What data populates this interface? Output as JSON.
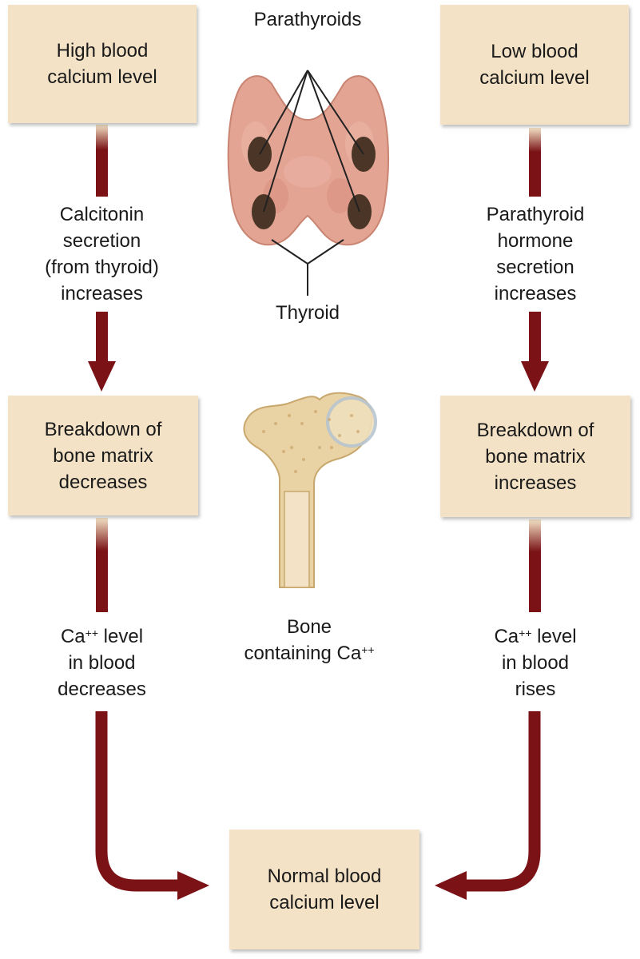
{
  "colors": {
    "box_fill": "#f3e2c5",
    "arrow": "#7a1216",
    "gland_tissue": "#e3a493",
    "parathyroid": "#4a3526",
    "bone": "#e9d2a3"
  },
  "left": {
    "top_box": [
      "High blood",
      "calcium level"
    ],
    "step1": [
      "Calcitonin",
      "secretion",
      "(from thyroid)",
      "increases"
    ],
    "middle_box": [
      "Breakdown of",
      "bone matrix",
      "decreases"
    ],
    "step2": {
      "line1_main": "Ca",
      "line1_sup": "++",
      "line1_rest": " level",
      "line2": "in blood",
      "line3": "decreases"
    }
  },
  "right": {
    "top_box": [
      "Low blood",
      "calcium level"
    ],
    "step1": [
      "Parathyroid",
      "hormone",
      "secretion",
      "increases"
    ],
    "middle_box": [
      "Breakdown of",
      "bone matrix",
      "increases"
    ],
    "step2": {
      "line1_main": "Ca",
      "line1_sup": "++",
      "line1_rest": " level",
      "line2": "in blood",
      "line3": "rises"
    }
  },
  "center": {
    "parathyroids_label": "Parathyroids",
    "thyroid_label": "Thyroid",
    "bone_label_line1": "Bone",
    "bone_label_line2_main": "containing Ca",
    "bone_label_line2_sup": "++"
  },
  "bottom_box": [
    "Normal blood",
    "calcium level"
  ]
}
